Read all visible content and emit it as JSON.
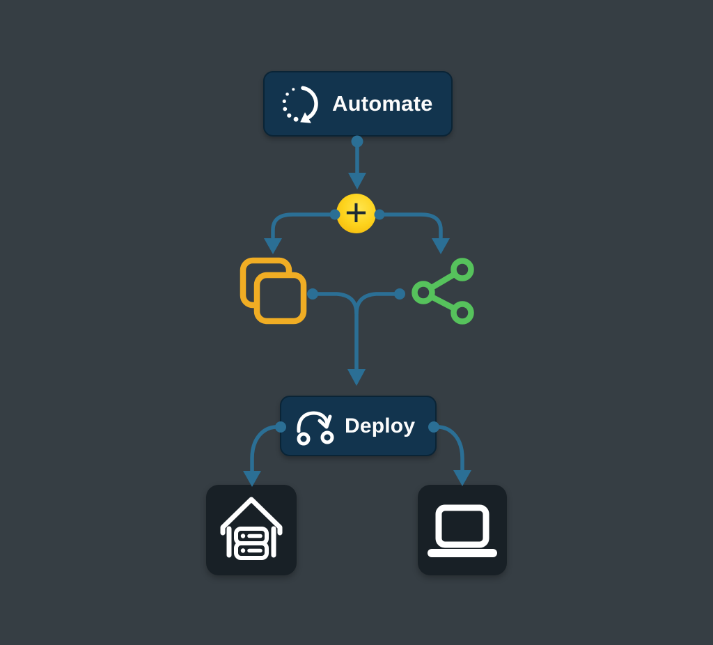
{
  "diagram": {
    "nodes": {
      "automate": {
        "label": "Automate",
        "icon": "rotate-dots-icon"
      },
      "plus": {
        "symbol": "+",
        "icon": "plus-icon"
      },
      "copy": {
        "icon": "copy-icon",
        "color": "#f0ad24"
      },
      "share": {
        "icon": "share-network-icon",
        "color": "#56c25c"
      },
      "deploy": {
        "label": "Deploy",
        "icon": "iteration-arrow-icon"
      },
      "home_server": {
        "icon": "home-server-icon"
      },
      "laptop": {
        "icon": "laptop-icon"
      }
    },
    "edges": [
      {
        "from": "automate",
        "to": "plus"
      },
      {
        "from": "plus",
        "to": "copy"
      },
      {
        "from": "plus",
        "to": "share"
      },
      {
        "from": "copy",
        "to": "deploy"
      },
      {
        "from": "share",
        "to": "deploy"
      },
      {
        "from": "deploy",
        "to": "home_server"
      },
      {
        "from": "deploy",
        "to": "laptop"
      }
    ],
    "colors": {
      "background": "#363e44",
      "pill_fill": "#12344e",
      "pill_border": "#0a2436",
      "connector_blue": "#2b6f95",
      "plus_gradient_light": "#ffe44d",
      "plus_gradient_dark": "#f2b006",
      "plus_sign": "#1d2a33",
      "copy_amber": "#f0ad24",
      "share_green": "#56c25c",
      "device_box_fill": "#182026",
      "icon_white": "#ffffff"
    }
  }
}
